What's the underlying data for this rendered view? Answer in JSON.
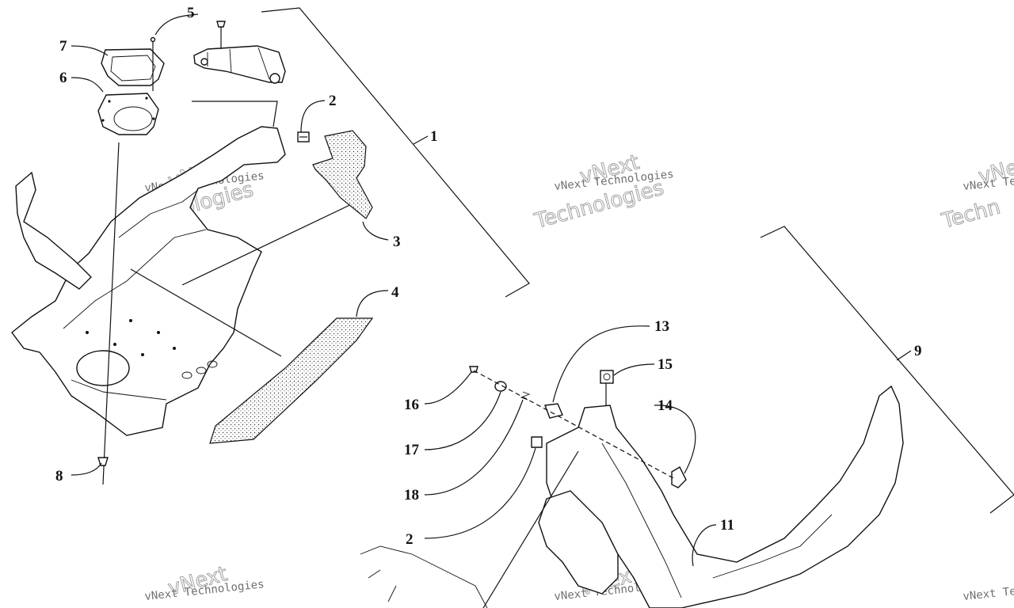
{
  "callouts": {
    "c1": "1",
    "c2a": "2",
    "c2b": "2",
    "c3": "3",
    "c4": "4",
    "c5": "5",
    "c6": "6",
    "c7": "7",
    "c8": "8",
    "c9": "9",
    "c11": "11",
    "c13": "13",
    "c14": "14",
    "c15": "15",
    "c16": "16",
    "c17": "17",
    "c18": "18"
  },
  "watermark": {
    "brand": "vNext",
    "company": "vNext Technologies",
    "word": "Technologies",
    "partial_brand": "vNe",
    "partial_company": "vNext Te",
    "partial_word": "Techn"
  }
}
